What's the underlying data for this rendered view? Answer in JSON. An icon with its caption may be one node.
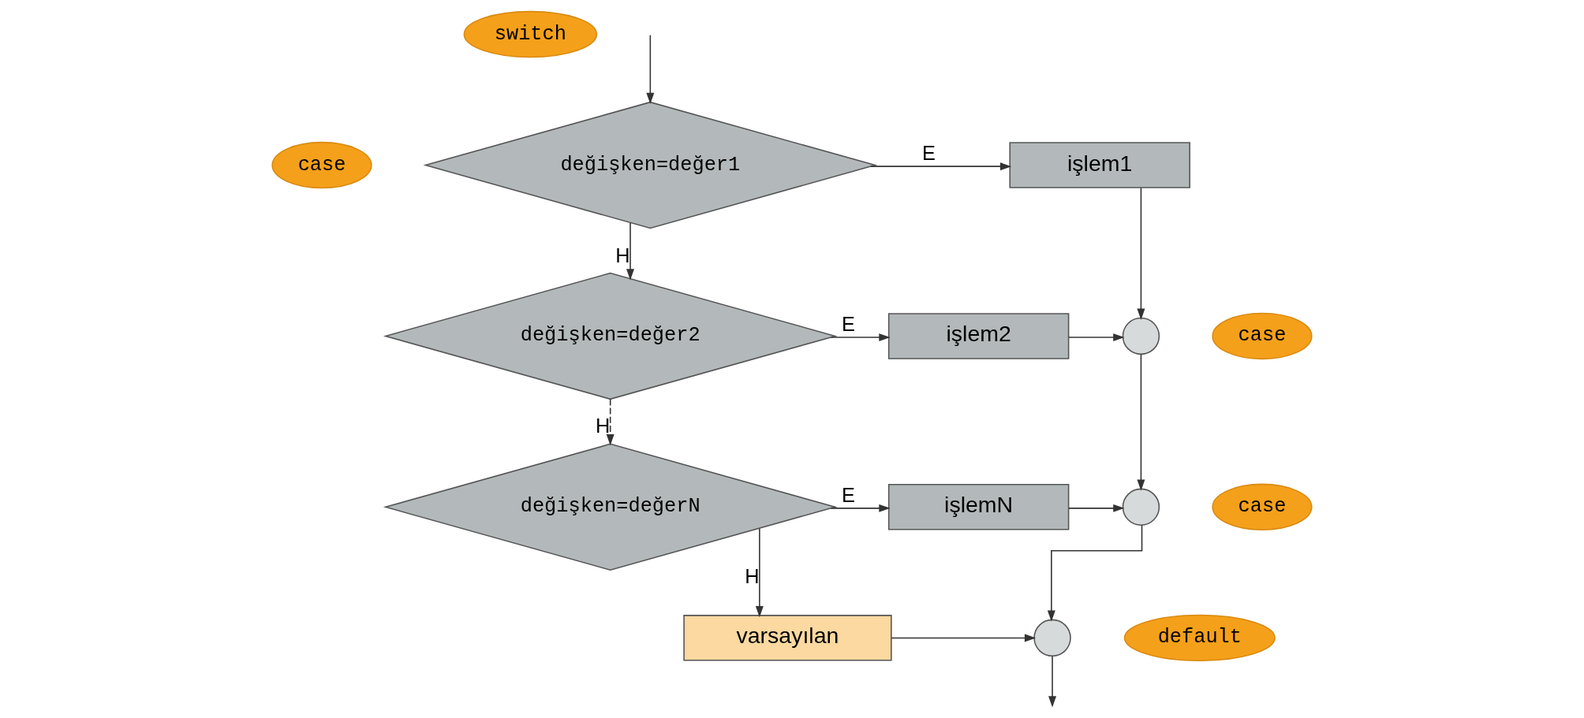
{
  "diagram": {
    "nodes": [
      {
        "text": [
          "switch"
        ]
      },
      {
        "text": [
          "case"
        ]
      },
      {
        "text": [
          "değişken=değer1"
        ]
      },
      {
        "text": [
          "işlem1"
        ]
      },
      {
        "text": [
          "case"
        ]
      },
      {
        "text": [
          "değişken=değer2"
        ]
      },
      {
        "text": [
          "işlem2"
        ]
      },
      {
        "text": [],
        "shape": "circle"
      },
      {
        "text": [
          "case"
        ]
      },
      {
        "text": [
          "değişken=değerN"
        ]
      },
      {
        "text": [
          "işlemN"
        ]
      },
      {
        "text": [],
        "shape": "circle"
      },
      {
        "text": [
          "default"
        ]
      },
      {
        "text": [
          "varsayılan"
        ]
      },
      {
        "text": [],
        "shape": "circle"
      }
    ],
    "edges": [
      {
        "from": null,
        "to": 2,
        "arrow": "to"
      },
      {
        "from": 2,
        "to": 3,
        "label": "E",
        "arrow": "to"
      },
      {
        "from": 2,
        "to": 5,
        "label": "H",
        "arrow": "to"
      },
      {
        "from": 3,
        "to": 7,
        "arrow": "to"
      },
      {
        "from": 5,
        "to": 6,
        "label": "E",
        "arrow": "to"
      },
      {
        "from": 6,
        "to": 7,
        "arrow": "to"
      },
      {
        "from": 5,
        "to": 9,
        "label": "H",
        "arrow": "to",
        "style": "dashed"
      },
      {
        "from": 9,
        "to": 10,
        "label": "E",
        "arrow": "to"
      },
      {
        "from": 7,
        "to": 11,
        "arrow": "to"
      },
      {
        "from": 10,
        "to": 11,
        "arrow": "to"
      },
      {
        "from": 9,
        "to": 13,
        "label": "H",
        "arrow": "to"
      },
      {
        "from": 11,
        "to": 14,
        "arrow": "to"
      },
      {
        "from": 13,
        "to": 14,
        "arrow": "to"
      },
      {
        "from": 14,
        "to": null,
        "arrow": "to"
      }
    ]
  }
}
